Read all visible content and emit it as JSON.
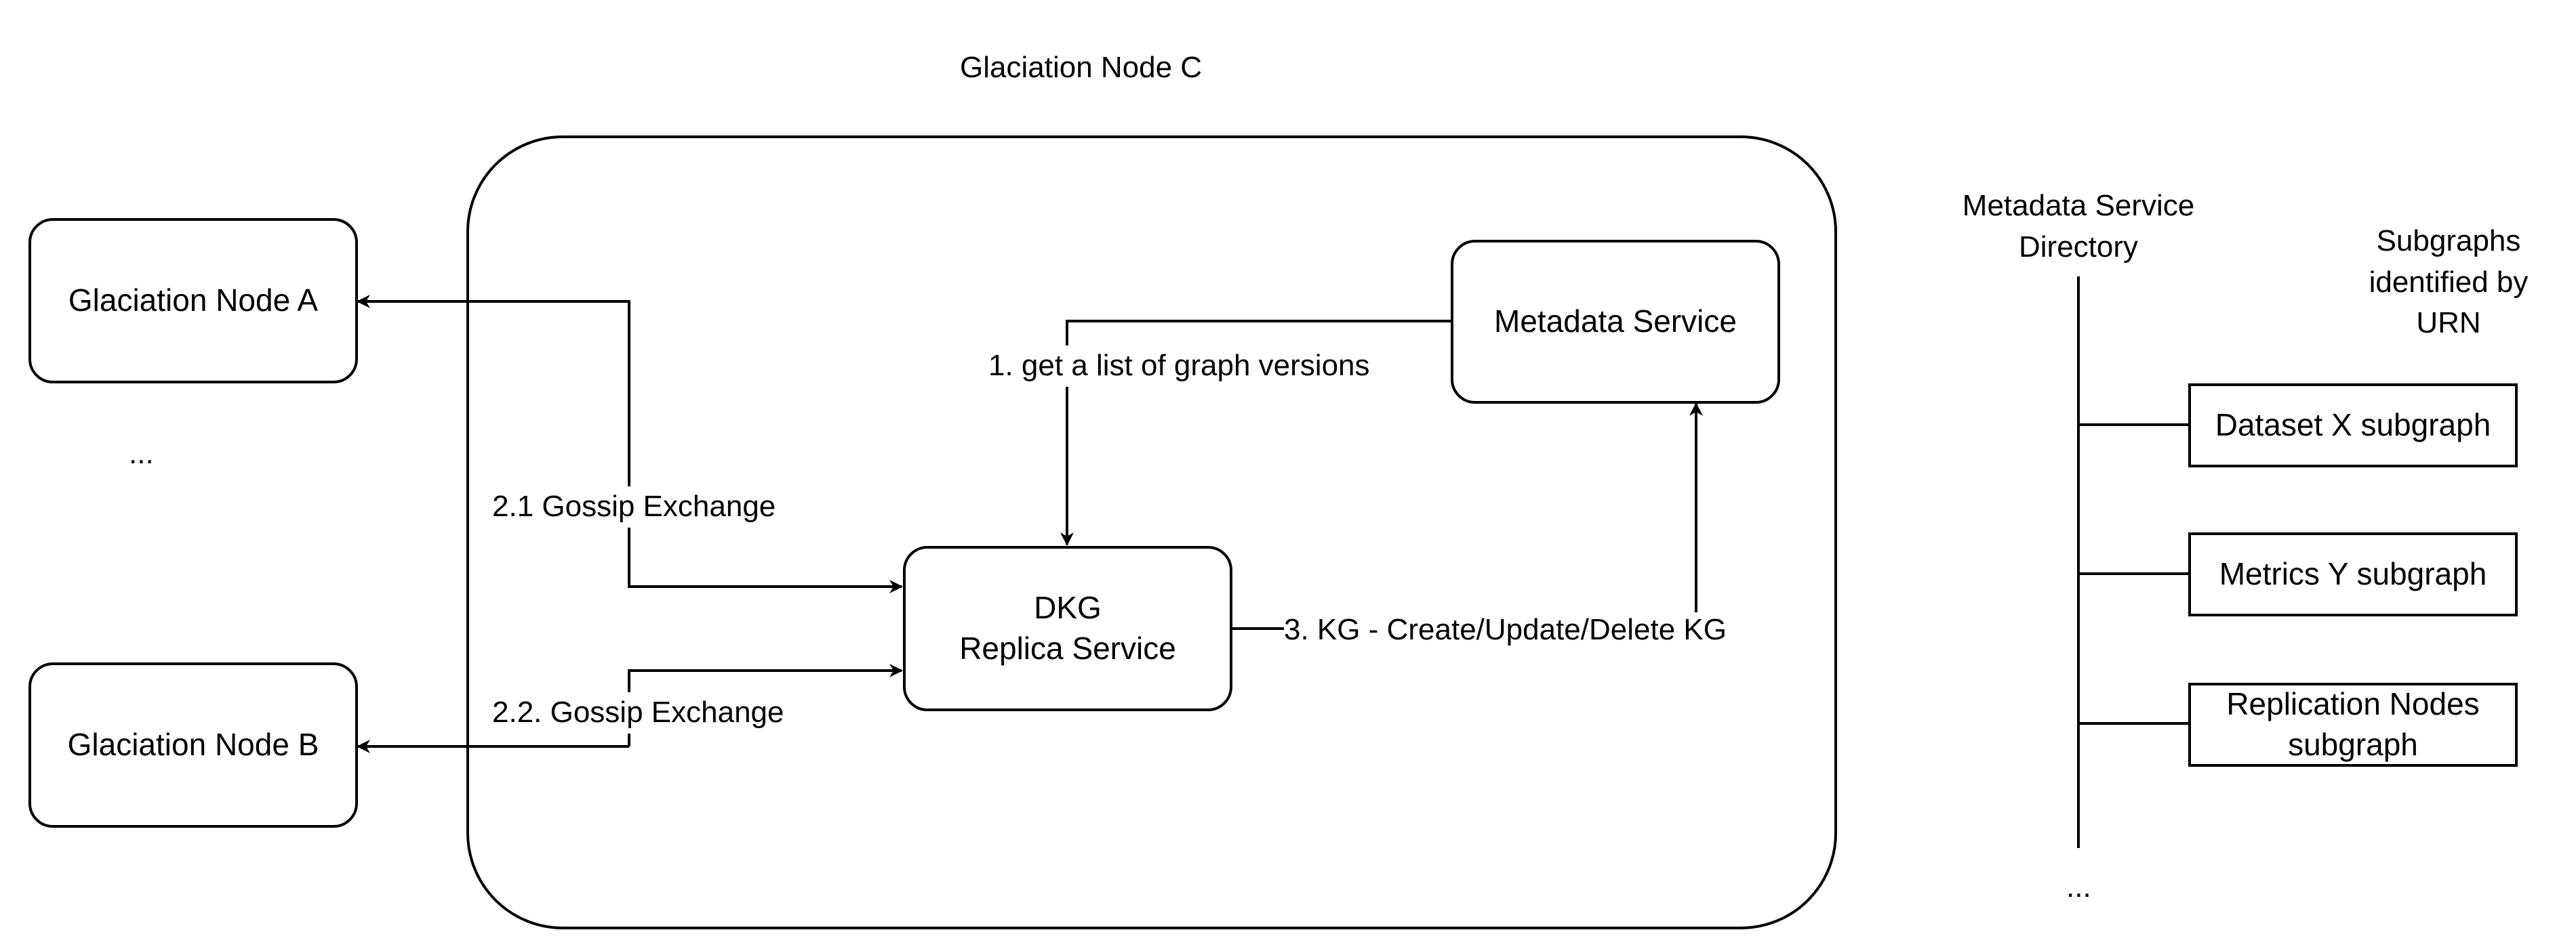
{
  "title": "Glaciation Node C",
  "nodes": {
    "node_a": "Glaciation Node A",
    "node_b": "Glaciation Node B",
    "ellipsis_left": "...",
    "metadata_service": "Metadata Service",
    "dkg_line1": "DKG",
    "dkg_line2": "Replica Service"
  },
  "edges": {
    "get_versions": "1. get a list of graph versions",
    "gossip_a": "2.1 Gossip Exchange",
    "gossip_b": "2.2. Gossip Exchange",
    "kg_crud": "3. KG - Create/Update/Delete KG"
  },
  "directory": {
    "title_line1": "Metadata Service",
    "title_line2": "Directory",
    "subgraphs_caption_line1": "Subgraphs",
    "subgraphs_caption_line2": "identified by",
    "subgraphs_caption_line3": "URN",
    "items": [
      {
        "line1": "Dataset X subgraph",
        "line2": ""
      },
      {
        "line1": "Metrics Y subgraph",
        "line2": ""
      },
      {
        "line1": "Replication Nodes",
        "line2": "subgraph"
      }
    ],
    "ellipsis_bottom": "..."
  },
  "colors": {
    "stroke": "#000000",
    "background": "#ffffff"
  }
}
